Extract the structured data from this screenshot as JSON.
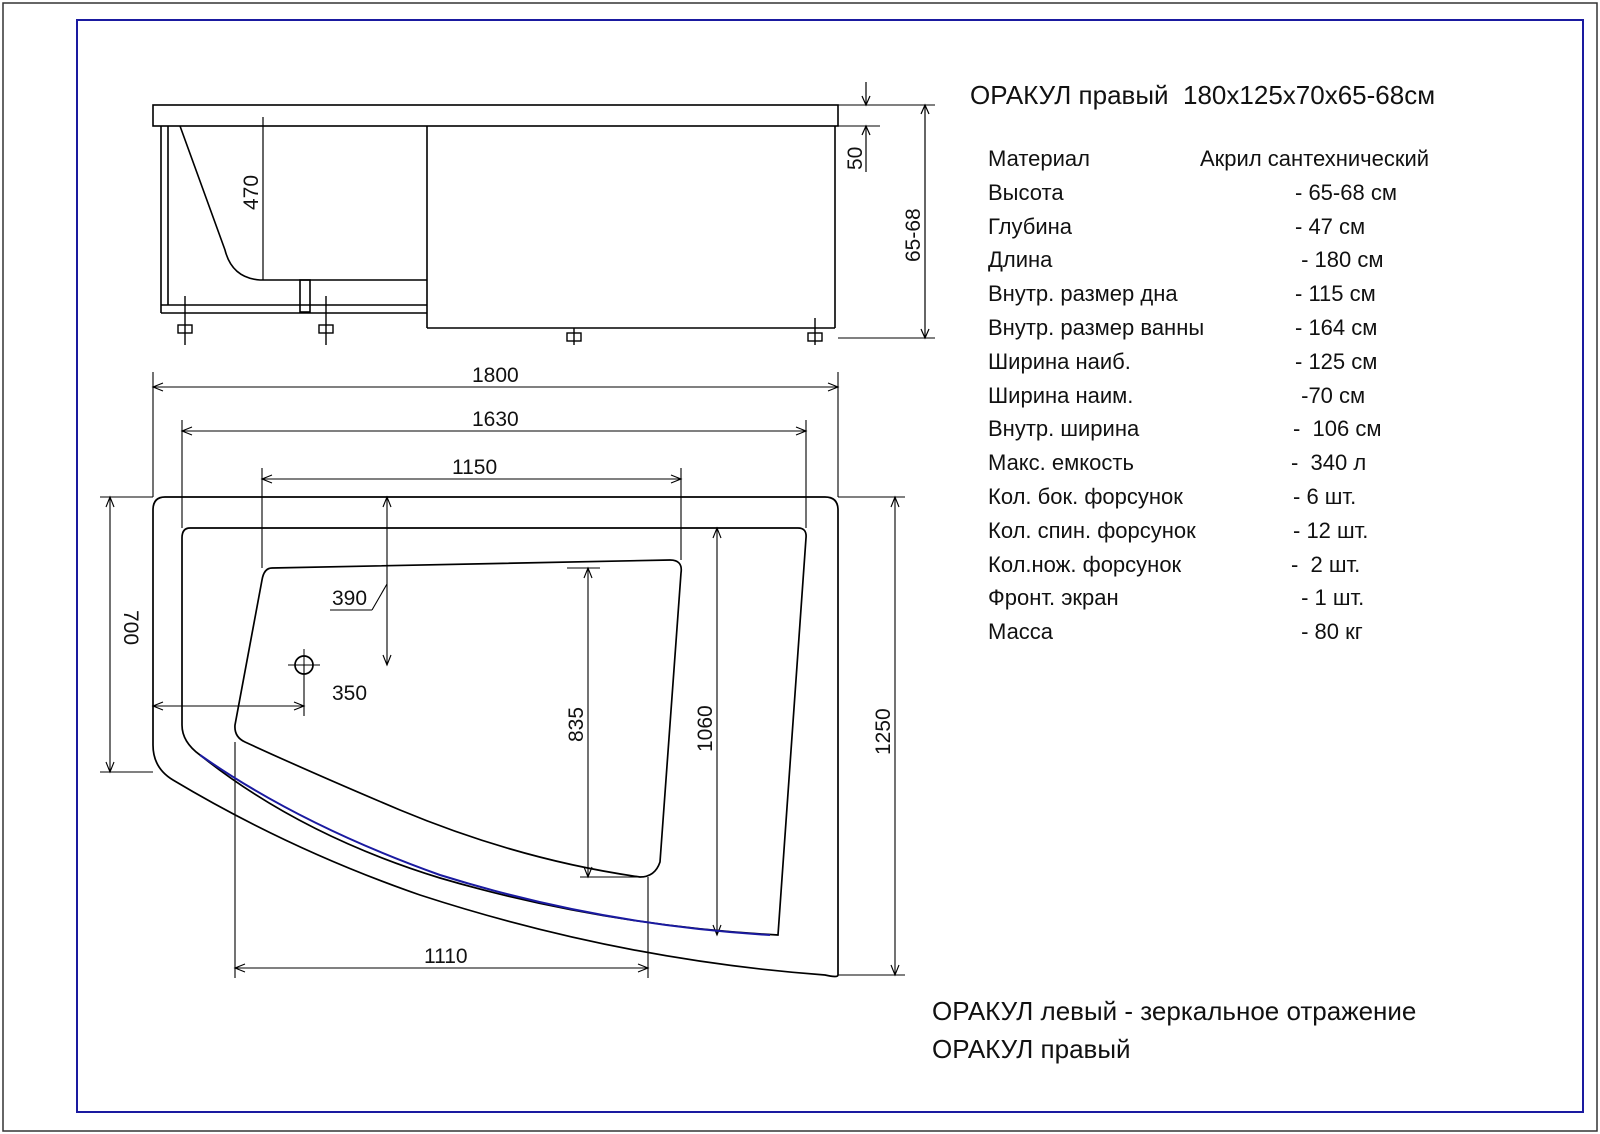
{
  "title": "ОРАКУЛ правый  180x125x70x65-68см",
  "specs": [
    {
      "label": "Материал",
      "value": "Акрил сантехнический"
    },
    {
      "label": "Высота",
      "value": "- 65-68 см"
    },
    {
      "label": "Глубина",
      "value": "- 47 см"
    },
    {
      "label": "Длина",
      "value": " - 180 см"
    },
    {
      "label": "Внутр. размер дна",
      "value": "- 115 см"
    },
    {
      "label": "Внутр. размер ванны",
      "value": "- 164 см"
    },
    {
      "label": "Ширина наиб.",
      "value": "- 125 см"
    },
    {
      "label": "Ширина наим.",
      "value": " -70 см"
    },
    {
      "label": "Внутр. ширина",
      "value": "-  106 см"
    },
    {
      "label": "Макс. емкость",
      "value": "-  340 л"
    },
    {
      "label": "Кол. бок. форсунок",
      "value": "- 6 шт."
    },
    {
      "label": "Кол. спин. форсунок",
      "value": "- 12 шт."
    },
    {
      "label": "Кол.нож. форсунок",
      "value": "-  2 шт."
    },
    {
      "label": "Фронт. экран",
      "value": " - 1 шт."
    },
    {
      "label": "Масса",
      "value": " - 80 кг"
    }
  ],
  "notes": {
    "left": "ОРАКУЛ левый - зеркальное отражение",
    "right": "ОРАКУЛ правый"
  },
  "dimensions": {
    "d50": "50",
    "d470": "470",
    "d6568": "65-68",
    "d1800": "1800",
    "d1630": "1630",
    "d1150": "1150",
    "d390": "390",
    "d350": "350",
    "d700": "700",
    "d835": "835",
    "d1060": "1060",
    "d1250": "1250",
    "d1110": "1110"
  },
  "colors": {
    "frame": "#1a1aa0",
    "accent_line": "#1a1aa0"
  }
}
